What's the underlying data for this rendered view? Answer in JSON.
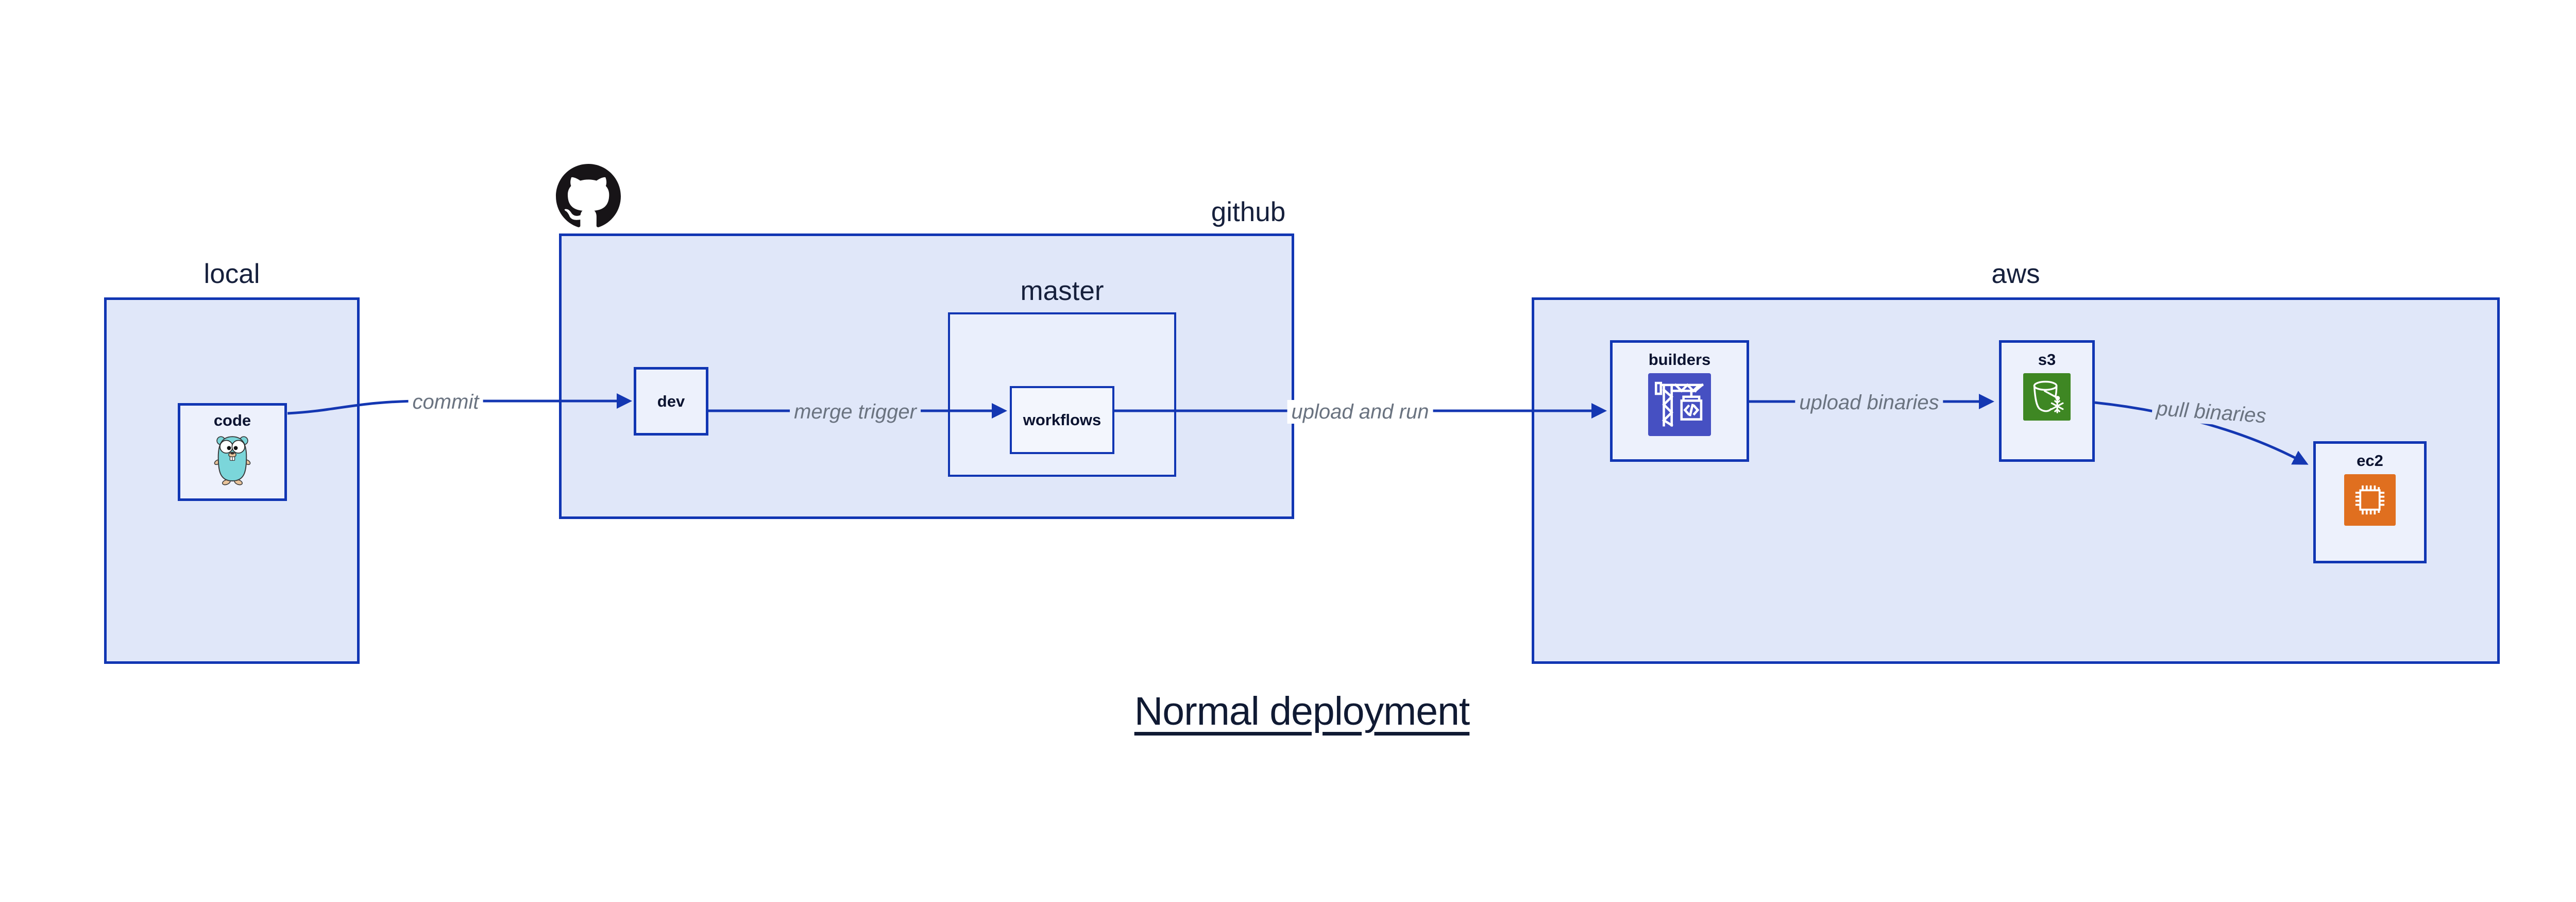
{
  "title": {
    "text": "Normal deployment"
  },
  "groups": {
    "local": {
      "label": "local"
    },
    "github": {
      "label": "github"
    },
    "master": {
      "label": "master"
    },
    "aws": {
      "label": "aws"
    }
  },
  "nodes": {
    "code": {
      "label": "code",
      "icon": "go-gopher-icon"
    },
    "dev": {
      "label": "dev"
    },
    "workflows": {
      "label": "workflows"
    },
    "builders": {
      "label": "builders",
      "icon": "codebuild-crane-icon"
    },
    "s3": {
      "label": "s3",
      "icon": "s3-glacier-bucket-icon"
    },
    "ec2": {
      "label": "ec2",
      "icon": "ec2-chip-icon"
    }
  },
  "edges": {
    "commit": {
      "label": "commit",
      "from": "code",
      "to": "dev"
    },
    "merge_trigger": {
      "label": "merge trigger",
      "from": "dev",
      "to": "workflows"
    },
    "upload_and_run": {
      "label": "upload and run",
      "from": "workflows",
      "to": "builders"
    },
    "upload_binaries": {
      "label": "upload binaries",
      "from": "builders",
      "to": "s3"
    },
    "pull_binaries": {
      "label": "pull binaries",
      "from": "s3",
      "to": "ec2"
    }
  },
  "colors": {
    "edge_blue": "#1437b2",
    "group_border": "#1136b3",
    "group_fill": "#e0e7f9",
    "master_fill": "#eaeffc",
    "node_fill": "#edf1fc",
    "workflows_fill": "#f3f6fd",
    "edge_label_gray": "#6a7380",
    "text_navy": "#101a33",
    "codebuild_icon_bg": "#4650c2",
    "s3_icon_bg": "#3e8723",
    "ec2_icon_bg": "#e06f1f",
    "github_logo_black": "#171417",
    "gopher_teal": "#7bd6da"
  },
  "icons": [
    "github-logo-icon",
    "go-gopher-icon",
    "codebuild-crane-icon",
    "s3-glacier-bucket-icon",
    "ec2-chip-icon"
  ]
}
